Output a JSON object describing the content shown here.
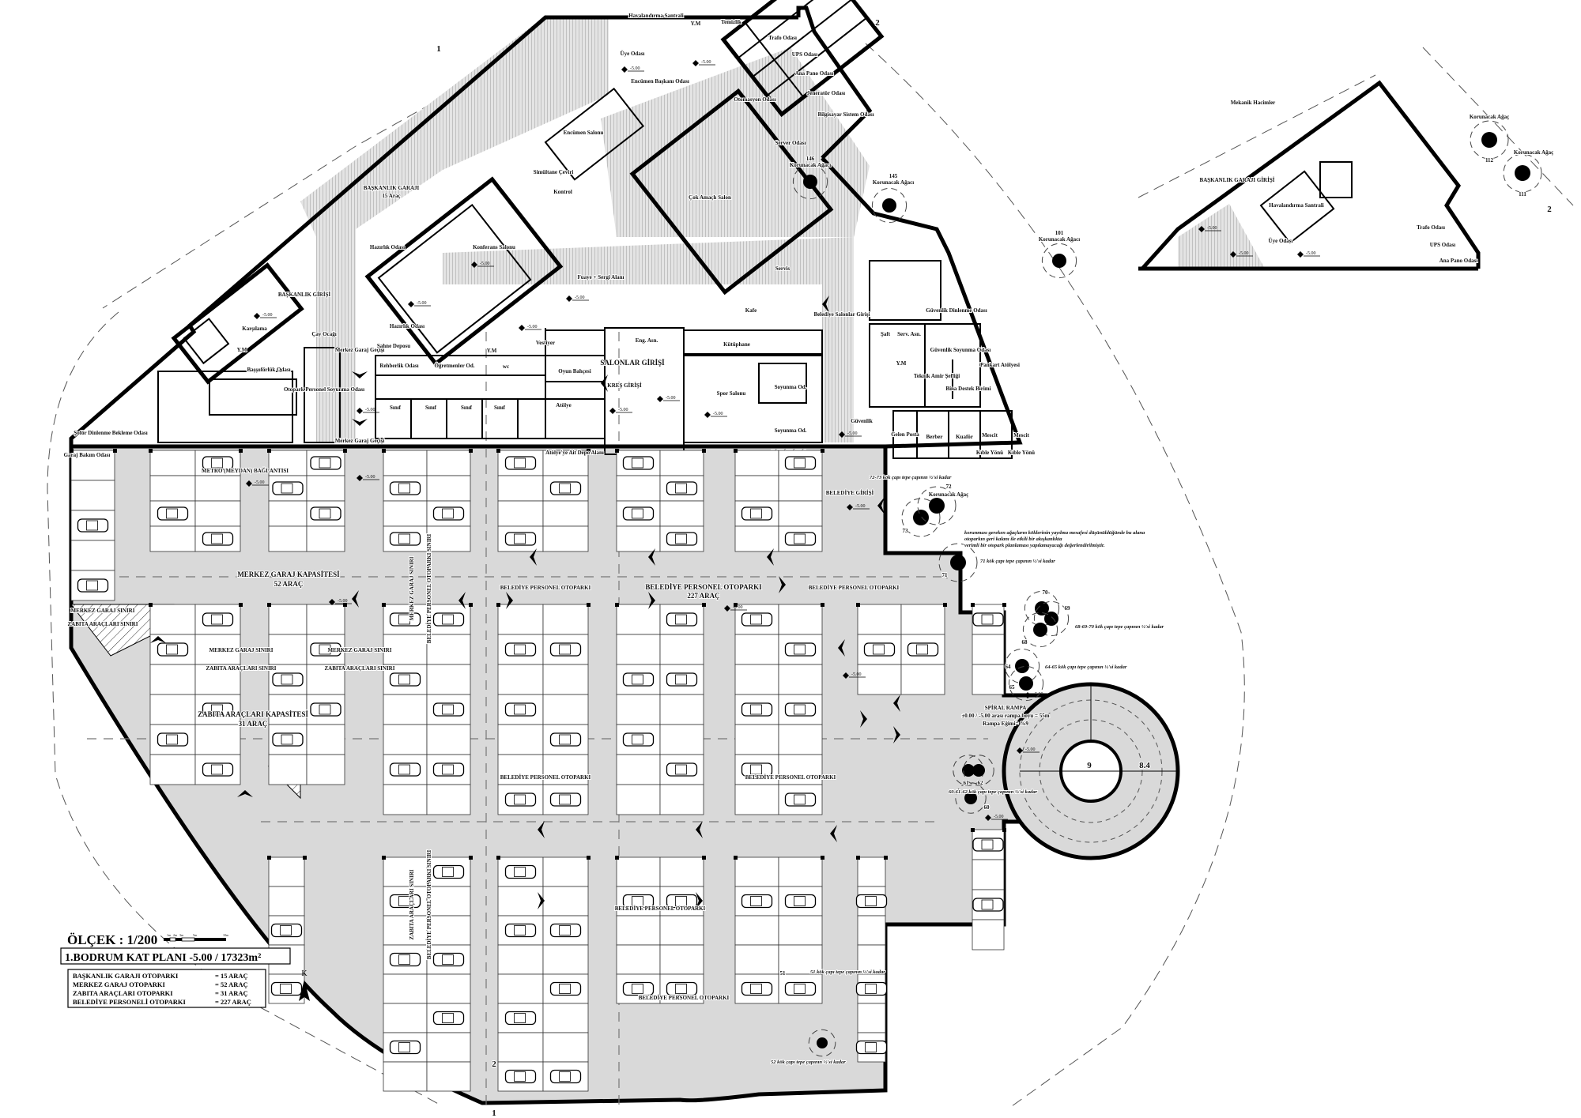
{
  "drawing": {
    "scale_label": "ÖLÇEK : 1/200",
    "scale_ticks": [
      "1m",
      "2m",
      "3m",
      "5m",
      "10m"
    ],
    "title": "1.BODRUM KAT PLANI -5.00 / 17323m²",
    "north_label": "K",
    "level": "-5.00",
    "section_1": "1",
    "section_2": "2"
  },
  "legend": [
    {
      "name": "BAŞKANLIK GARAJI OTOPARKI",
      "value": "= 15 ARAÇ"
    },
    {
      "name": "MERKEZ GARAJ  OTOPARKI",
      "value": "= 52 ARAÇ"
    },
    {
      "name": "ZABITA ARAÇLARI  OTOPARKI",
      "value": "= 31 ARAÇ"
    },
    {
      "name": "BELEDİYE PERSONELİ OTOPARKI",
      "value": "= 227 ARAÇ"
    }
  ],
  "parking": {
    "merkez_title": "MERKEZ GARAJ KAPASİTESİ",
    "merkez_count": "52 ARAÇ",
    "belediye_title": "BELEDİYE PERSONEL OTOPARKI",
    "belediye_count": "227 ARAÇ",
    "belediye_small": "BELEDİYE PERSONEL OTOPARKI",
    "zabita_title": "ZABITA ARAÇLARI KAPASİTESİ",
    "zabita_count": "31 ARAÇ",
    "merkez_siniri": "MERKEZ GARAJ SINIRI",
    "zabita_siniri": "ZABITA ARAÇLARI SINIRI",
    "belediye_siniri": "BELEDİYE PERSONEL OTOPARKI SINIRI",
    "baskanlik_garaji": "BAŞKANLIK GARAJI",
    "baskanlik_count": "15 Araç",
    "metro": "METRO (MEYDAN) BAĞLANTISI",
    "merkez_gecis": "Merkez Garaj Geçişi"
  },
  "ramp": {
    "title": "SPİRAL RAMPA",
    "length": "±0.00 / -5.00 arası rampa boyu = 55m",
    "slope": "Rampa Eğimi= %9",
    "inner_dim": "9",
    "outer_dim": "8.4"
  },
  "entrances": {
    "baskanlik": "BAŞKANLIK GİRİŞİ",
    "salonlar": "SALONLAR GİRİŞİ",
    "kres": "KREŞ GİRİŞİ",
    "belediye": "BELEDİYE GİRİŞİ",
    "belediye_salonlar": "Belediye Salonlar Girişi"
  },
  "rooms": {
    "karsilama": "Karşılama",
    "cay_ocagi": "Çay Ocağı",
    "ym": "Y.M",
    "basyoneticilik": "Başşoförlük Odası",
    "otopark_personel": "Otopark Personel Soyunma Odası",
    "sahne_deposu": "Sahne Deposu",
    "hazirlik": "Hazırlık Odası",
    "rehberlik": "Rehberlik Odası",
    "ogretmenler": "Öğretmenler Od.",
    "vestiyer": "Vestiyer",
    "wc": "wc",
    "oyun_bahcesi": "Oyun Bahçesi",
    "sinif": "Sınıf",
    "atolye": "Atölye",
    "atolye_depo": "Atölye'ye Ait Depo Alanı",
    "kutuphane": "Kütüphane",
    "eng_asn": "Eng. Asn.",
    "spor_salonu": "Spor Salonu",
    "soyunma": "Soyunma Od.",
    "fuaye": "Fuaye + Sergi Alanı",
    "kafe": "Kafe",
    "servis": "Servis",
    "cok_amacli": "Çok Amaçlı Salon",
    "konferans": "Konferans Salonu",
    "kontrol": "Kontrol",
    "simultane": "Simültane Çeviri",
    "encumen_salonu": "Encümen Salonu",
    "encumen_baskani": "Encümen Başkanı Odası",
    "uye_odasi": "Üye Odası",
    "havalandirma": "Havalandırma Santrali",
    "temizlik": "Temizlik",
    "otomasyon": "Otomasyon Odası",
    "server": "Server Odası",
    "trafo": "Trafo Odası",
    "ups": "UPS Odası",
    "ana_pano": "Ana Pano Odası",
    "jenerator": "Jeneratör Odası",
    "bilgisayar": "Bilgisayar Sistem Odası",
    "guvenlik_dinlenme": "Güvenlik Dinlenme Odası",
    "guvenlik_soyunma": "Güvenlik Soyunma Odası",
    "saft": "Şaft",
    "serv_asn": "Serv. Asn.",
    "teknik_amir": "Teknik Amir Şefliği",
    "bina_destek": "Bina Destek Birimi",
    "pankart": "Pankart Atölyesi",
    "guvenlik": "Güvenlik",
    "gelen_posta": "Gelen Posta",
    "berber": "Berber",
    "kuafor": "Kuaför",
    "mescit": "Mescit",
    "kible": "Kıble Yönü",
    "sofor_dinlenme": "Şoför Dinlenme Bekleme Odası",
    "garaj_bakim": "Garaj Bakım Odası",
    "mekanik": "Mekanik Hacimler",
    "baskanlik_garaji_girisi": "BAŞKANLIK GARAJI GİRİŞİ"
  },
  "trees": {
    "korunacak": "Korunacak Ağaç",
    "korunacak_agaci": "Korunacak Ağacı",
    "n72": "72",
    "n73": "73",
    "n71": "71",
    "n70": "70",
    "n69": "69",
    "n68": "68",
    "n64": "64",
    "n65": "65",
    "n60": "60",
    "n61": "61",
    "n62": "62",
    "n51": "51",
    "n101": "101",
    "n145": "145",
    "n146": "146",
    "n112": "112",
    "n111": "111",
    "note_7273": "72-73 kök çapı tepe çapının ½'si kadar",
    "note_71": "71 kök çapı tepe çapının ½'si kadar",
    "note_687": "68-69-70 kök çapı tepe çapının ½'si kadar",
    "note_645": "64-65 kök çapı tepe çapının ½'si kadar",
    "note_602": "60-61-62 kök çapı tepe çapının ½'si kadar",
    "note_51": "51 kök çapı tepe çapının ½'si kadar",
    "note_52": "52 kök çapı tepe çapının ½'si kadar",
    "remark_1": "korunması gereken ağaçların köklerinin yayılma mesafesi düşünüldüğünde bu alana",
    "remark_2": "otoparkın geri kalanı ile etkili bir akışkanlıkta",
    "remark_3": "verimli bir otopark planlaması yapılamayacağı değerlendirilmiştir."
  },
  "colors": {
    "floor_gray": "#d9d9d9",
    "wall": "#000000",
    "hatch": "#bdbdbd"
  }
}
